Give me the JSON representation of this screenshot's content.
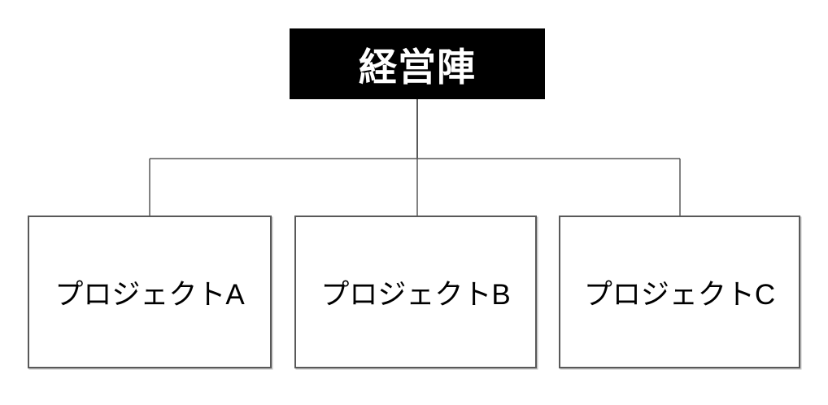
{
  "diagram": {
    "type": "org-chart",
    "root": {
      "label": "経営陣"
    },
    "children": [
      {
        "label": "プロジェクトA"
      },
      {
        "label": "プロジェクトB"
      },
      {
        "label": "プロジェクトC"
      }
    ],
    "colors": {
      "root_bg": "#000000",
      "root_text": "#ffffff",
      "child_bg": "#ffffff",
      "child_text": "#000000",
      "child_border": "#595959",
      "connector": "#595959",
      "background": "#ffffff"
    }
  }
}
